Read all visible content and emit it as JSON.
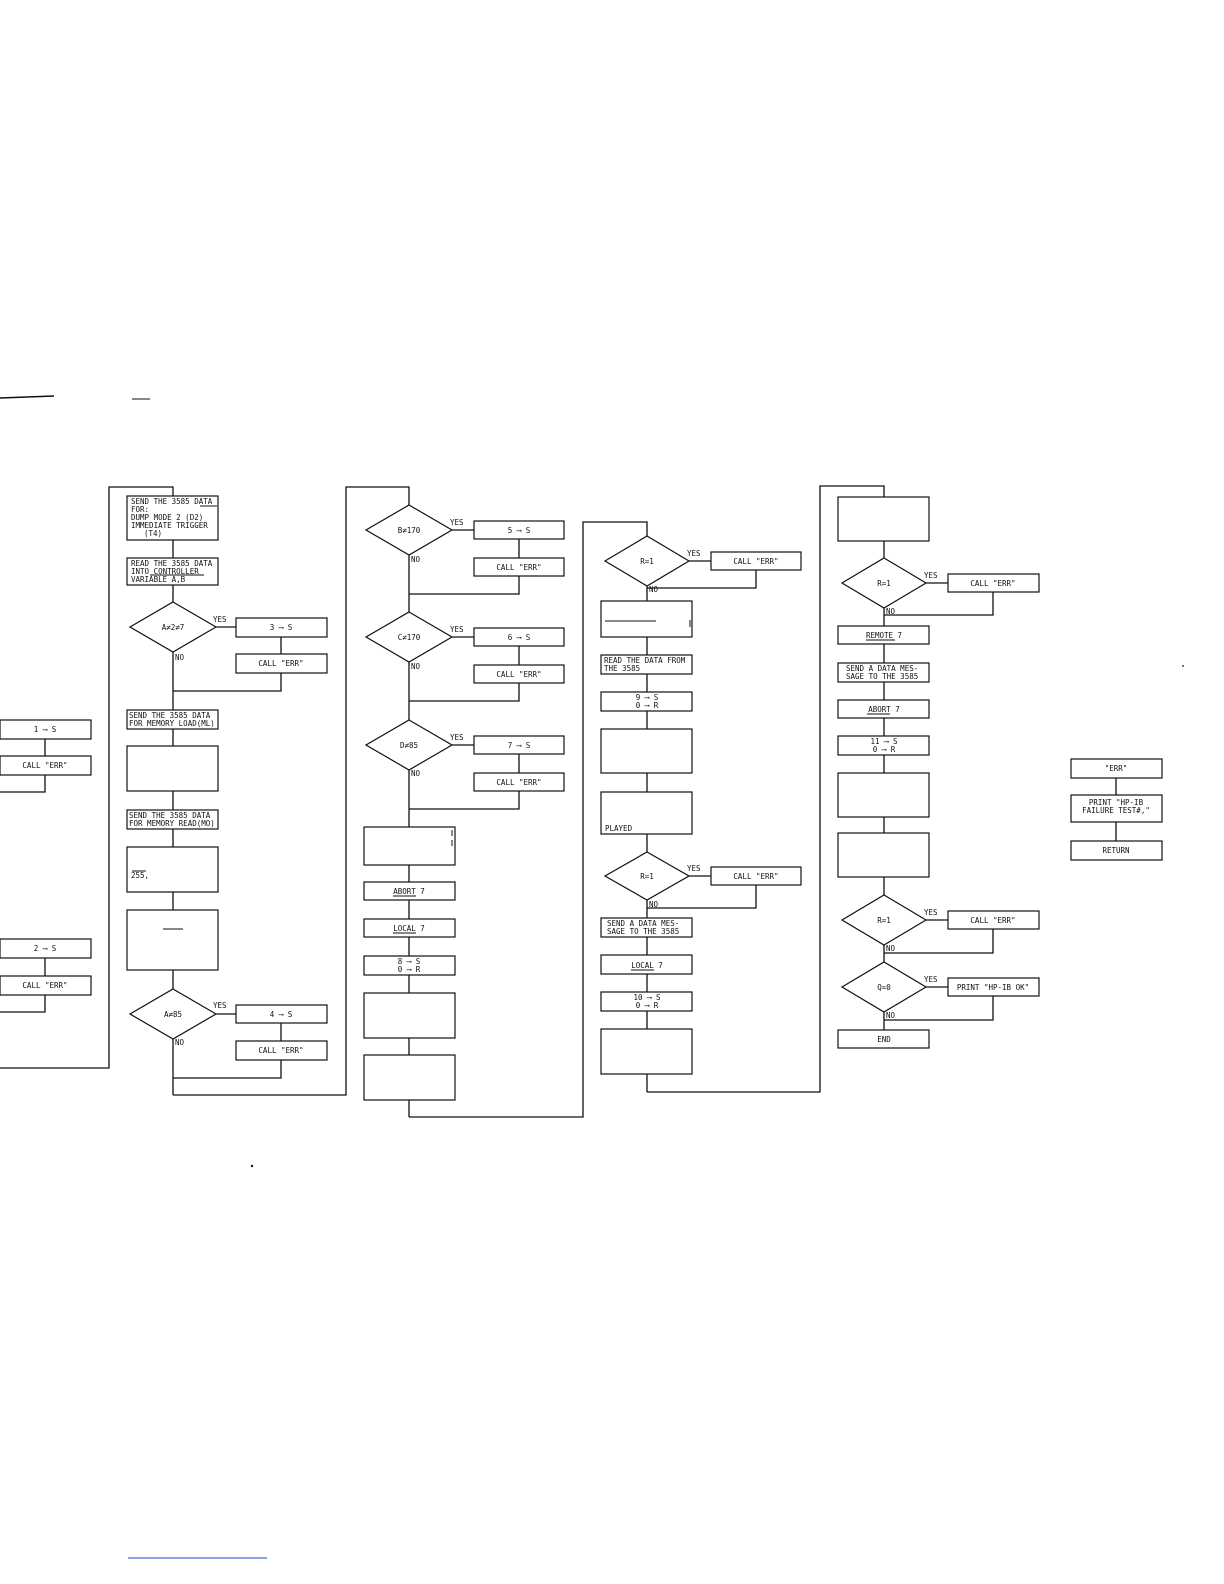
{
  "labels": {
    "yes": "YES",
    "no": "NO"
  },
  "col1": {
    "s1": "1 ⟶ S",
    "err": "CALL \"ERR\"",
    "s2": "2 ⟶ S"
  },
  "col2": {
    "send_data": [
      "SEND THE 3585 DATA",
      "FOR:",
      "DUMP MODE 2 (D2)",
      "IMMEDIATE TRIGGER",
      "(T4)"
    ],
    "read_data": [
      "READ THE 3585 DATA",
      "INTO CONTROLLER",
      "VARIABLE A,B"
    ],
    "dec_a": "A≠2≠7",
    "s3": "3 ⟶ S",
    "err": "CALL \"ERR\"",
    "send_load": [
      "SEND THE 3585 DATA",
      "FOR MEMORY LOAD(ML)"
    ],
    "send_read": [
      "SEND THE 3585 DATA",
      "FOR MEMORY READ(MO)"
    ],
    "val_255": "255,",
    "dec_a85": "A≠85",
    "s4": "4 ⟶ S"
  },
  "col3": {
    "dec_b": "B≠170",
    "s5": "5 ⟶ S",
    "err": "CALL \"ERR\"",
    "dec_c": "C≠170",
    "s6": "6 ⟶ S",
    "dec_d": "D≠85",
    "s7": "7 ⟶ S",
    "abort": "ABORT 7",
    "local": "LOCAL 7",
    "s8": [
      "8 ⟶ S",
      "0 ⟶ R"
    ]
  },
  "col4": {
    "dec_r1": "R=1",
    "err": "CALL \"ERR\"",
    "read_from": [
      "READ THE DATA FROM",
      "THE 3585"
    ],
    "s9": [
      "9 ⟶ S",
      "0 ⟶ R"
    ],
    "played": "PLAYED",
    "dec_r2": "R=1",
    "send_msg": [
      "SEND A DATA MES-",
      "SAGE TO THE 3585"
    ],
    "local": "LOCAL 7",
    "s10": [
      "10 ⟶ S",
      "0 ⟶ R"
    ]
  },
  "col5": {
    "dec_r1": "R=1",
    "err": "CALL \"ERR\"",
    "remote": "REMOTE 7",
    "send_msg": [
      "SEND A DATA MES-",
      "SAGE TO THE 3585"
    ],
    "abort": "ABORT 7",
    "s11": [
      "11 ⟶ S",
      "0 ⟶ R"
    ],
    "dec_r2": "R=1",
    "dec_q": "Q=0",
    "print_ok": "PRINT \"HP-IB OK\"",
    "end": "END"
  },
  "err_sub": {
    "title": "\"ERR\"",
    "print_fail": [
      "PRINT \"HP-IB",
      "FAILURE TEST#,\""
    ],
    "ret": "RETURN"
  }
}
